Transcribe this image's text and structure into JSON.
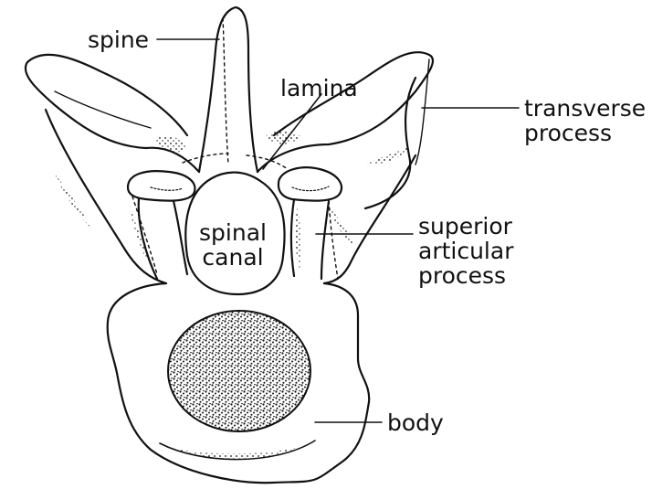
{
  "labels": {
    "spine": "spine",
    "lamina": "lamina",
    "transverse_process": [
      "transverse",
      "process"
    ],
    "spinal_canal": [
      "spinal",
      "canal"
    ],
    "superior_articular_process": [
      "superior",
      "articular",
      "process"
    ],
    "body": "body"
  },
  "colors": {
    "ink": "#111111",
    "background": "#ffffff"
  }
}
